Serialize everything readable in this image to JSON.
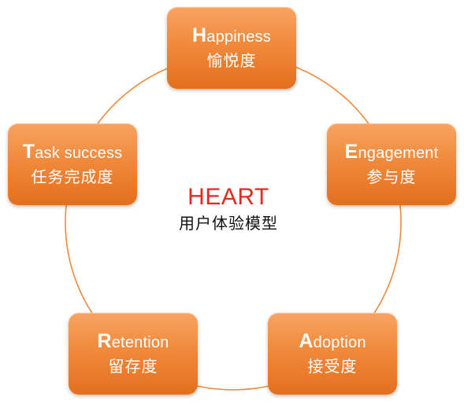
{
  "center": {
    "title": "HEART",
    "subtitle": "用户体验模型"
  },
  "nodes": [
    {
      "label_en": "Happiness",
      "label_zh": "愉悦度"
    },
    {
      "label_en": "Engagement",
      "label_zh": "参与度"
    },
    {
      "label_en": "Adoption",
      "label_zh": "接受度"
    },
    {
      "label_en": "Retention",
      "label_zh": "留存度"
    },
    {
      "label_en": "Task success",
      "label_zh": "任务完成度"
    }
  ],
  "colors": {
    "node_fill": "#F08A3C",
    "ring_stroke": "#F08A3C",
    "title": "#E8281E",
    "subtitle": "#111111",
    "node_text": "#FFFFFF"
  }
}
